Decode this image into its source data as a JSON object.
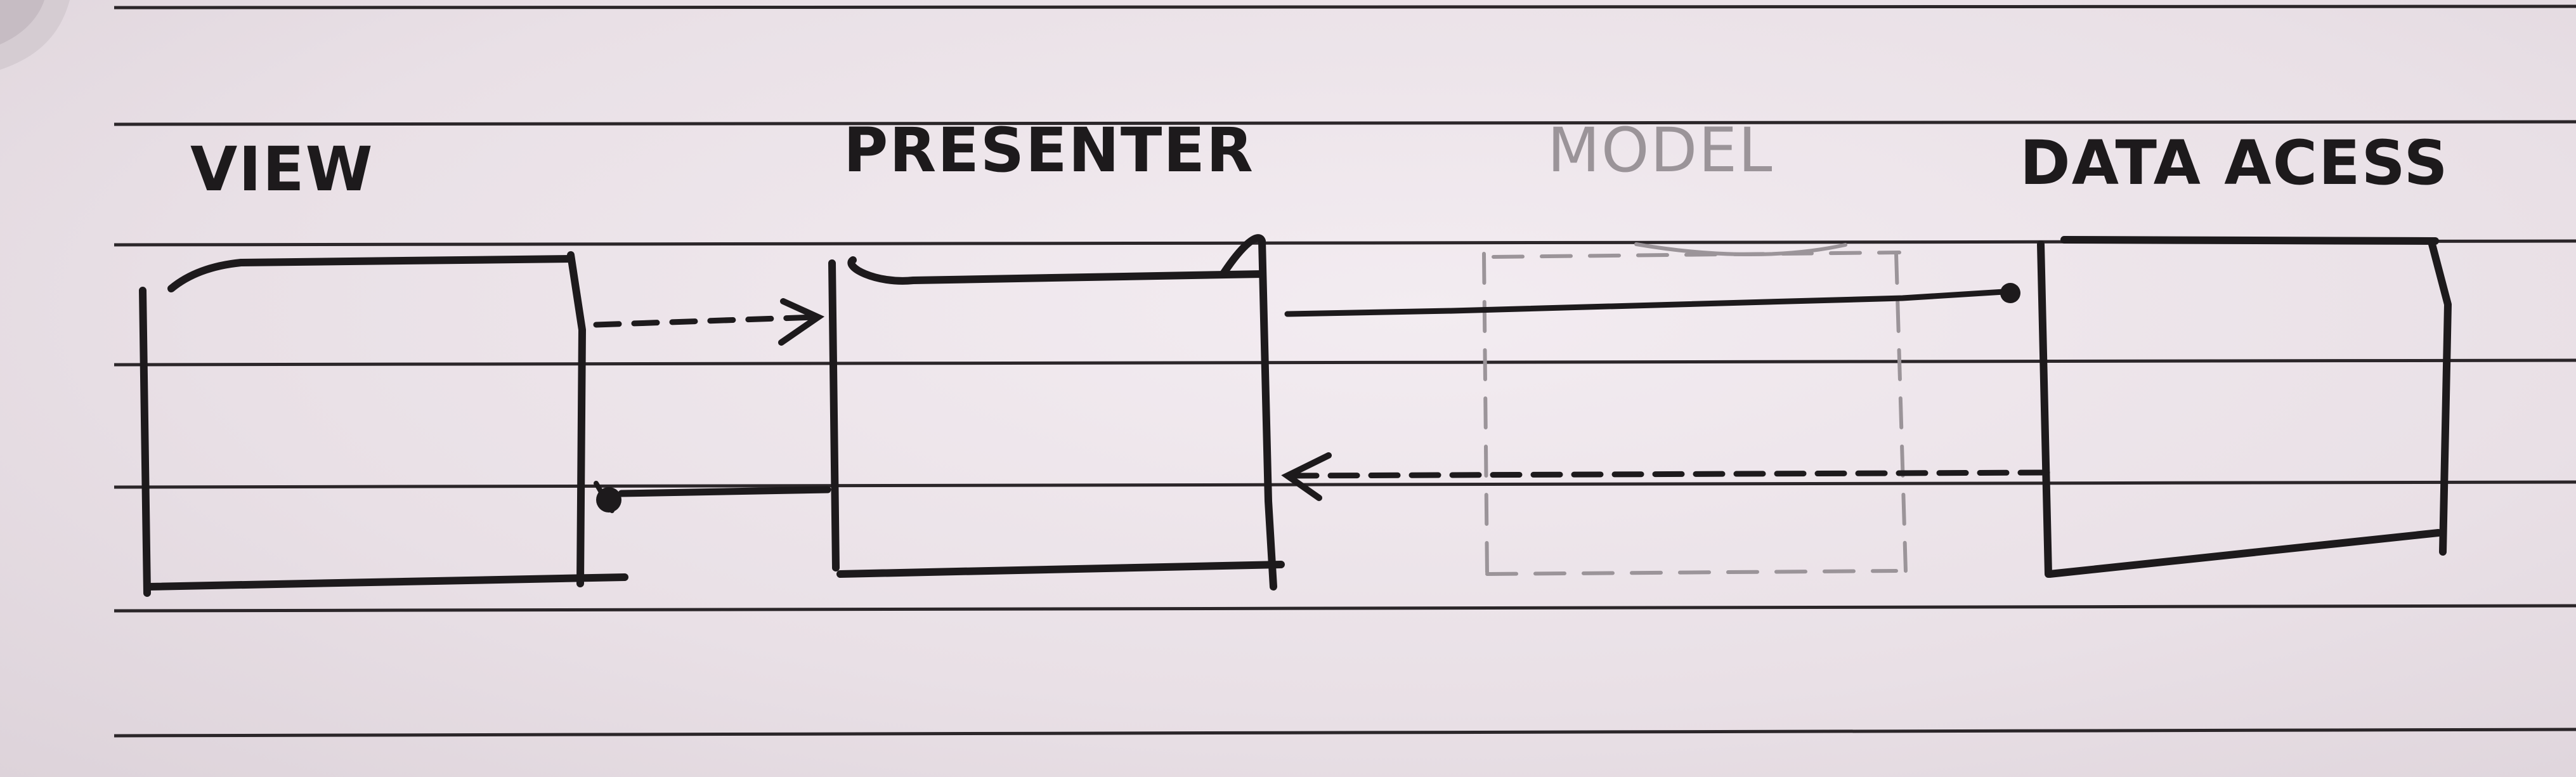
{
  "diagram": {
    "components": [
      {
        "id": "view",
        "label": "VIEW",
        "style": "solid"
      },
      {
        "id": "presenter",
        "label": "PRESENTER",
        "style": "solid"
      },
      {
        "id": "model",
        "label": "MODEL",
        "style": "dashed-faint"
      },
      {
        "id": "data_access",
        "label": "DATA ACESS",
        "style": "solid"
      }
    ],
    "connections": [
      {
        "from": "view",
        "to": "presenter",
        "line": "dashed",
        "head": "open-arrow"
      },
      {
        "from": "presenter",
        "to": "data_access",
        "line": "solid",
        "head": "filled-dot"
      },
      {
        "from": "data_access",
        "to": "presenter",
        "line": "dashed",
        "head": "open-arrow"
      },
      {
        "from": "presenter",
        "to": "view",
        "line": "solid",
        "head": "filled-dot"
      }
    ],
    "colors": {
      "paper": "#ece4ea",
      "ruled_line": "#2b2629",
      "ink": "#1d1a1c",
      "faint_ink": "#9b9499"
    }
  }
}
